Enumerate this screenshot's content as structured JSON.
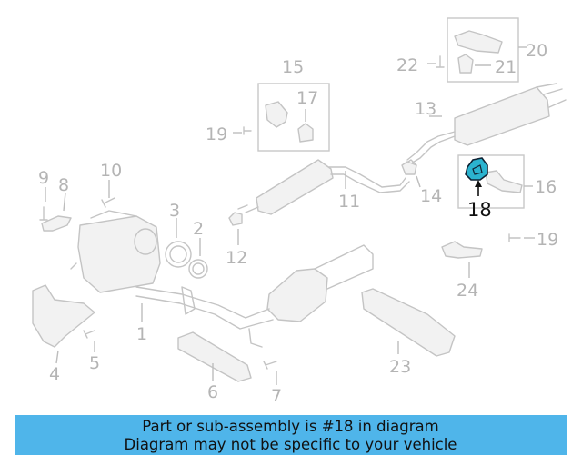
{
  "callouts": {
    "n1": "1",
    "n2": "2",
    "n3": "3",
    "n4": "4",
    "n5": "5",
    "n6": "6",
    "n7": "7",
    "n8": "8",
    "n9": "9",
    "n10": "10",
    "n11": "11",
    "n12": "12",
    "n13": "13",
    "n14": "14",
    "n15": "15",
    "n16": "16",
    "n17": "17",
    "n18": "18",
    "n19a": "19",
    "n19b": "19",
    "n20": "20",
    "n21": "21",
    "n22": "22",
    "n23": "23",
    "n24": "24"
  },
  "highlight": {
    "part": "18",
    "color": "#2bb3cf"
  },
  "banner": {
    "line1": "Part or sub-assembly is #18 in diagram",
    "line2": "Diagram may not be specific to your vehicle",
    "background": "#4fb5ea"
  }
}
